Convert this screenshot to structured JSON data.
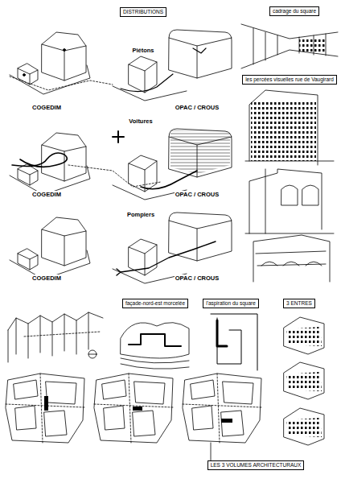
{
  "diagram": {
    "nodes": [
      {
        "text": [
          "DISTRIBUTIONS"
        ]
      },
      {
        "text": [
          "cadrage du square"
        ]
      },
      {
        "text": [
          "les percées visuelles rue de Vaugirard"
        ]
      },
      {
        "text": [
          "façade-nord-est morcelée"
        ]
      },
      {
        "text": [
          "l'aspiration du square"
        ]
      },
      {
        "text": [
          "3 ENTRES"
        ]
      },
      {
        "text": [
          "LES 3 VOLUMES ARCHITECTURAUX"
        ]
      }
    ],
    "labels": [
      "Piétons",
      "COGEDIM",
      "OPAC / CROUS",
      "Voitures",
      "COGEDIM",
      "OPAC / CROUS",
      "Pompiers",
      "COGEDIM",
      "OPAC / CROUS"
    ]
  }
}
